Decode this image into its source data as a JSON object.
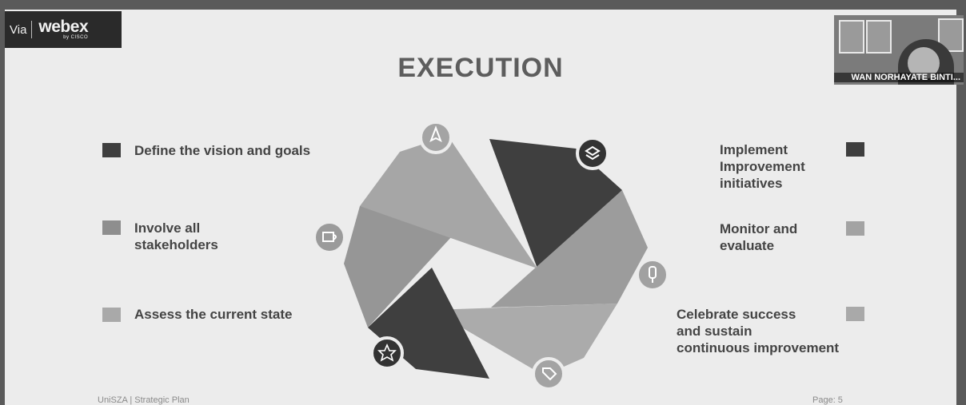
{
  "overlay": {
    "via": "Via",
    "brand": "webex",
    "brand_sub": "by CISCO"
  },
  "participant": {
    "name": "WAN NORHAYATE BINTI..."
  },
  "slide": {
    "title": "EXECUTION",
    "left_items": [
      {
        "lines": [
          "Define the vision and goals"
        ],
        "color": "#3e3e3e"
      },
      {
        "lines": [
          "Involve all",
          "stakeholders"
        ],
        "color": "#8e8e8e"
      },
      {
        "lines": [
          "Assess the current state"
        ],
        "color": "#a9a9a9"
      }
    ],
    "right_items": [
      {
        "lines": [
          "Implement",
          "Improvement",
          "initiatives"
        ],
        "color": "#3e3e3e"
      },
      {
        "lines": [
          "Monitor and",
          "evaluate"
        ],
        "color": "#a3a3a3"
      },
      {
        "lines": [
          "Celebrate success",
          "and sustain",
          "continuous improvement"
        ],
        "color": "#a9a9a9"
      }
    ],
    "footer_left": "UniSZA | Strategic Plan",
    "footer_right": "Page: 5"
  },
  "diagram_icons": [
    "rocket-icon",
    "layers-icon",
    "coffee-icon",
    "brush-icon",
    "star-icon",
    "tag-icon"
  ]
}
